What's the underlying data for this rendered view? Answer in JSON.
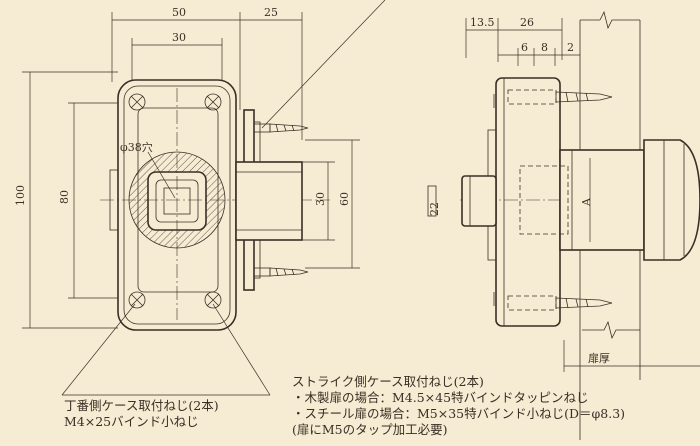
{
  "front_view": {
    "dims": {
      "width_50": "50",
      "width_25": "25",
      "width_30": "30",
      "height_100": "100",
      "height_80": "80",
      "height_60": "60",
      "height_30": "30",
      "hole": "φ38穴"
    }
  },
  "side_view": {
    "dims": {
      "d_13_5": "13.5",
      "d_26": "26",
      "d_6": "6",
      "d_8": "8",
      "d_2": "2",
      "d_22": "22",
      "d_A": "A",
      "door_thickness": "扉厚"
    }
  },
  "notes": {
    "hinge_case": {
      "title": "丁番側ケース取付ねじ(2本)",
      "spec": "M4×25バインド小ねじ"
    },
    "strike_case": {
      "title": "ストライク側ケース取付ねじ(2本)",
      "wood": "・木製扉の場合：M4.5×45特バインドタッピンねじ",
      "steel": "・スチール扉の場合：M5×35特バインド小ねじ(D＝φ8.3)",
      "tap": "(扉にM5のタップ加工必要)"
    }
  },
  "colors": {
    "background": "#f6ecd3",
    "line": "#3a2f25"
  }
}
